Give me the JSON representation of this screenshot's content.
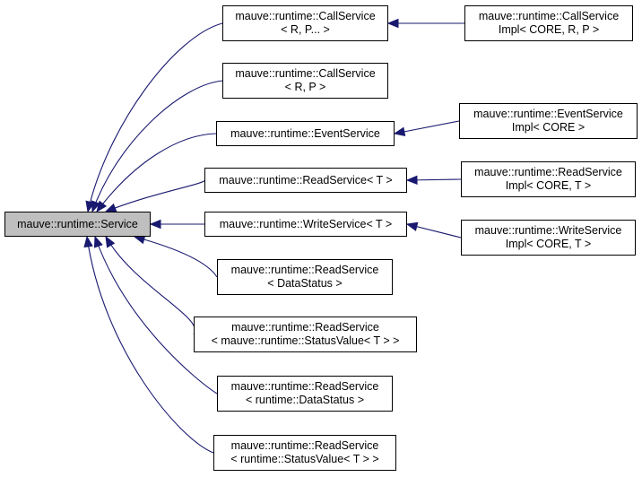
{
  "diagram": {
    "edge_color": "#191970",
    "root": {
      "id": "service",
      "lines": [
        "mauve::runtime::Service"
      ]
    },
    "nodes": [
      {
        "id": "callservice-rp-variadic",
        "lines": [
          "mauve::runtime::CallService",
          "< R, P... >"
        ]
      },
      {
        "id": "callservice-rp",
        "lines": [
          "mauve::runtime::CallService",
          "< R, P >"
        ]
      },
      {
        "id": "eventservice",
        "lines": [
          "mauve::runtime::EventService"
        ]
      },
      {
        "id": "readservice-t",
        "lines": [
          "mauve::runtime::ReadService< T >"
        ]
      },
      {
        "id": "writeservice-t",
        "lines": [
          "mauve::runtime::WriteService< T >"
        ]
      },
      {
        "id": "readservice-datastatus",
        "lines": [
          "mauve::runtime::ReadService",
          "< DataStatus >"
        ]
      },
      {
        "id": "readservice-mauve-statusvalue",
        "lines": [
          "mauve::runtime::ReadService",
          "< mauve::runtime::StatusValue< T > >"
        ]
      },
      {
        "id": "readservice-runtime-datastatus",
        "lines": [
          "mauve::runtime::ReadService",
          "< runtime::DataStatus >"
        ]
      },
      {
        "id": "readservice-runtime-statusvalue",
        "lines": [
          "mauve::runtime::ReadService",
          "< runtime::StatusValue< T > >"
        ]
      },
      {
        "id": "callserviceimpl",
        "lines": [
          "mauve::runtime::CallService",
          "Impl< CORE, R, P >"
        ]
      },
      {
        "id": "eventserviceimpl",
        "lines": [
          "mauve::runtime::EventService",
          "Impl< CORE >"
        ]
      },
      {
        "id": "readserviceimpl",
        "lines": [
          "mauve::runtime::ReadService",
          "Impl< CORE, T >"
        ]
      },
      {
        "id": "writeserviceimpl",
        "lines": [
          "mauve::runtime::WriteService",
          "Impl< CORE, T >"
        ]
      }
    ],
    "edges": [
      {
        "from": "callservice-rp-variadic",
        "to": "service"
      },
      {
        "from": "callservice-rp",
        "to": "service"
      },
      {
        "from": "eventservice",
        "to": "service"
      },
      {
        "from": "readservice-t",
        "to": "service"
      },
      {
        "from": "writeservice-t",
        "to": "service"
      },
      {
        "from": "readservice-datastatus",
        "to": "service"
      },
      {
        "from": "readservice-mauve-statusvalue",
        "to": "service"
      },
      {
        "from": "readservice-runtime-datastatus",
        "to": "service"
      },
      {
        "from": "readservice-runtime-statusvalue",
        "to": "service"
      },
      {
        "from": "callserviceimpl",
        "to": "callservice-rp-variadic"
      },
      {
        "from": "eventserviceimpl",
        "to": "eventservice"
      },
      {
        "from": "readserviceimpl",
        "to": "readservice-t"
      },
      {
        "from": "writeserviceimpl",
        "to": "writeservice-t"
      }
    ]
  }
}
